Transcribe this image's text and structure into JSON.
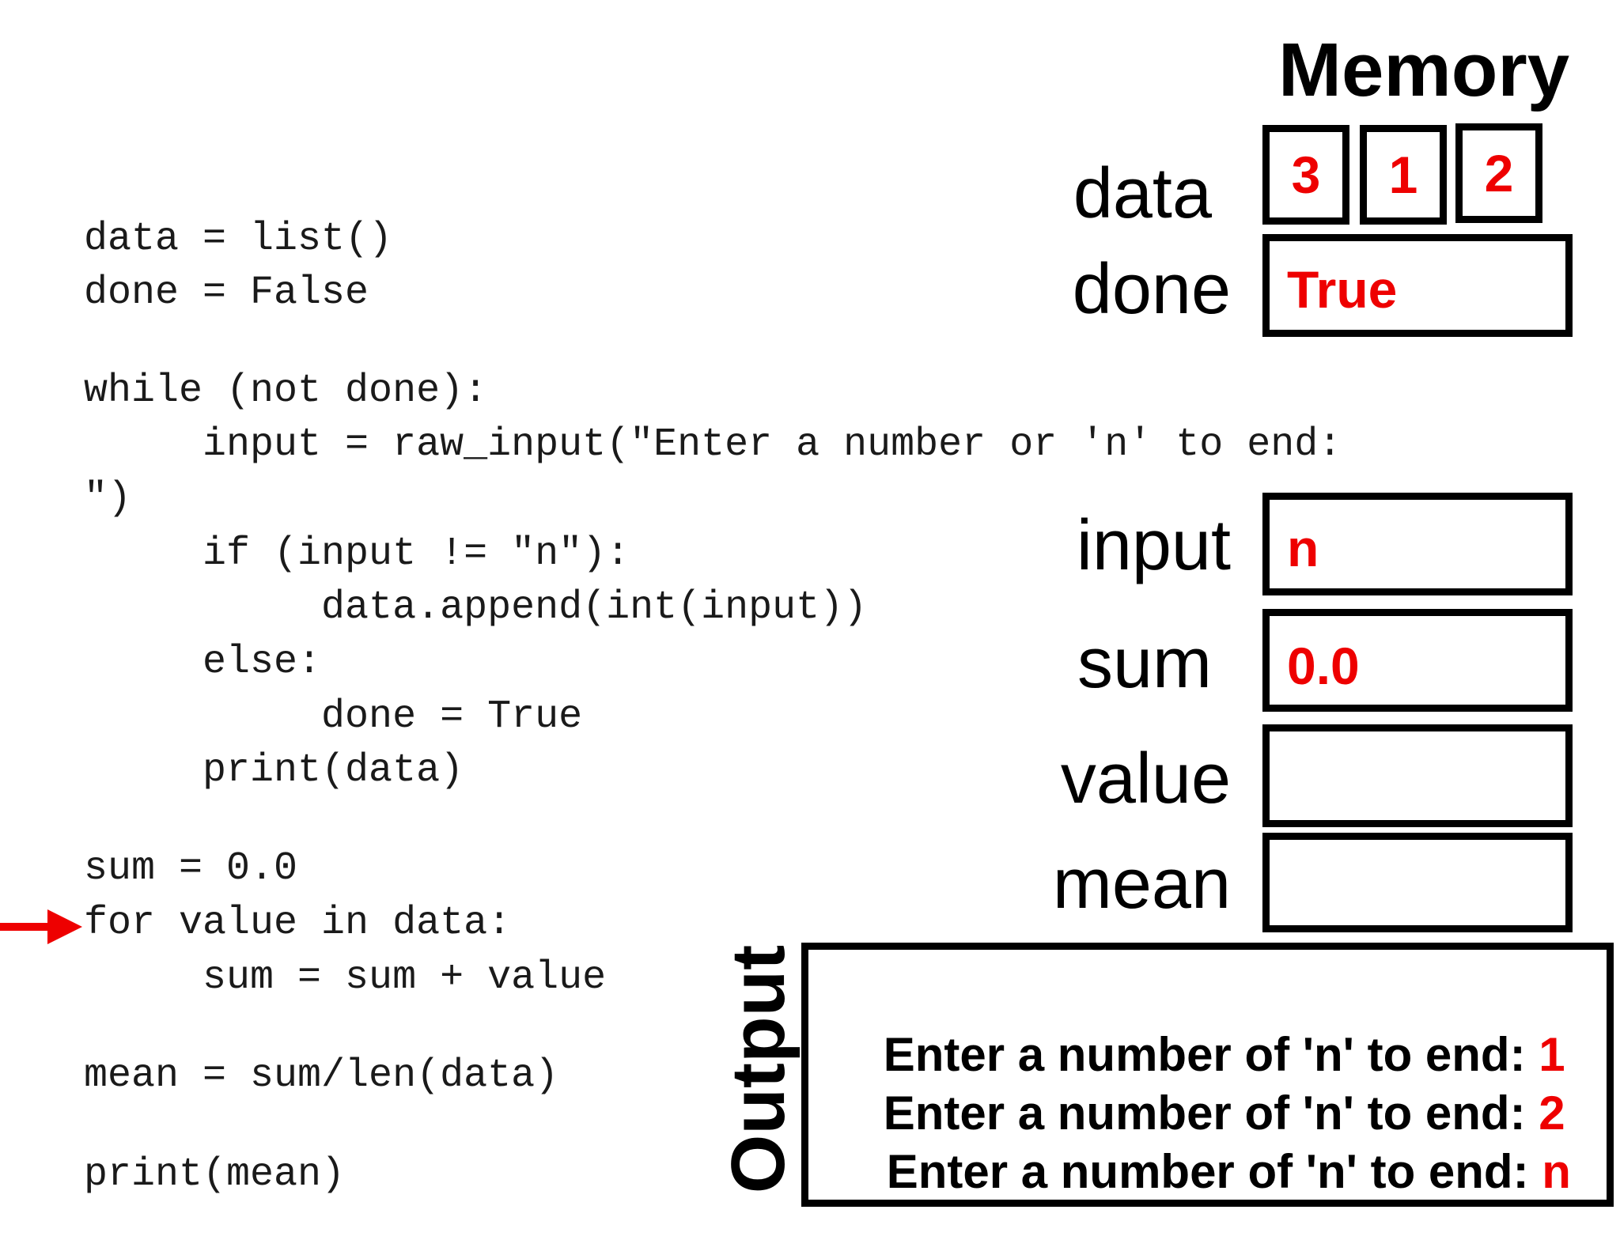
{
  "code": [
    {
      "text": "data = list()"
    },
    {
      "text": "done = False"
    },
    {
      "text": "while (not done):"
    },
    {
      "text": "     input = raw_input(\"Enter a number or 'n' to end:"
    },
    {
      "text": "\")"
    },
    {
      "text": "     if (input != \"n\"):"
    },
    {
      "text": "          data.append(int(input))"
    },
    {
      "text": "     else:"
    },
    {
      "text": "          done = True"
    },
    {
      "text": "     print(data)"
    },
    {
      "text": "sum = 0.0"
    },
    {
      "text": "for value in data:"
    },
    {
      "text": "     sum = sum + value"
    },
    {
      "text": "mean = sum/len(data)"
    },
    {
      "text": "print(mean)"
    }
  ],
  "current_line_marker": "red-arrow",
  "memory": {
    "title": "Memory",
    "data_label": "data",
    "data_cells": [
      "3",
      "1",
      "2"
    ],
    "done_label": "done",
    "done_value": "True",
    "input_label": "input",
    "input_value": "n",
    "sum_label": "sum",
    "sum_value": "0.0",
    "value_label": "value",
    "value_value": "",
    "mean_label": "mean",
    "mean_value": ""
  },
  "output": {
    "label": "Output",
    "lines": [
      {
        "prompt": "Enter a number of 'n' to end: ",
        "response": "1"
      },
      {
        "prompt": "Enter a number of 'n' to end: ",
        "response": "2"
      },
      {
        "prompt": "Enter a number of 'n' to end: ",
        "response": "n"
      }
    ]
  },
  "colors": {
    "value_red": "#ee0000",
    "ink": "#000000",
    "arrow_red": "#ee0000"
  }
}
